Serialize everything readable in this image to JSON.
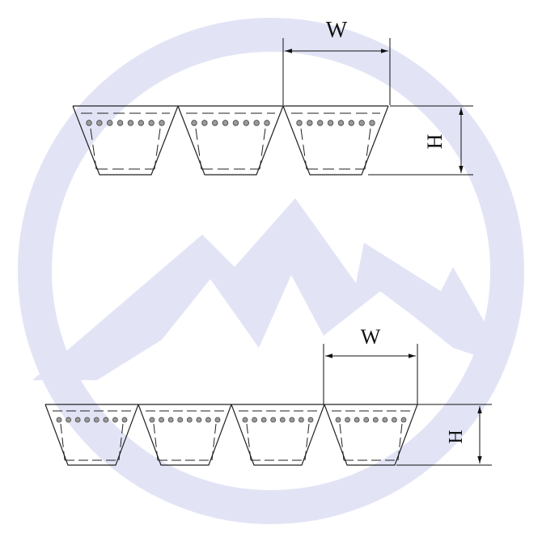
{
  "colors": {
    "background": "#ffffff",
    "watermark": "#e2e4f6",
    "line": "#222222",
    "cord": "#9a9a9a"
  },
  "watermark": {
    "icon": "mountain-in-circle-logo"
  },
  "diagrams": [
    {
      "name": "three-rib-banded-v-belt",
      "ribs": 3,
      "width_label": "W",
      "height_label": "H"
    },
    {
      "name": "four-rib-banded-v-belt",
      "ribs": 4,
      "width_label": "W",
      "height_label": "H"
    }
  ]
}
